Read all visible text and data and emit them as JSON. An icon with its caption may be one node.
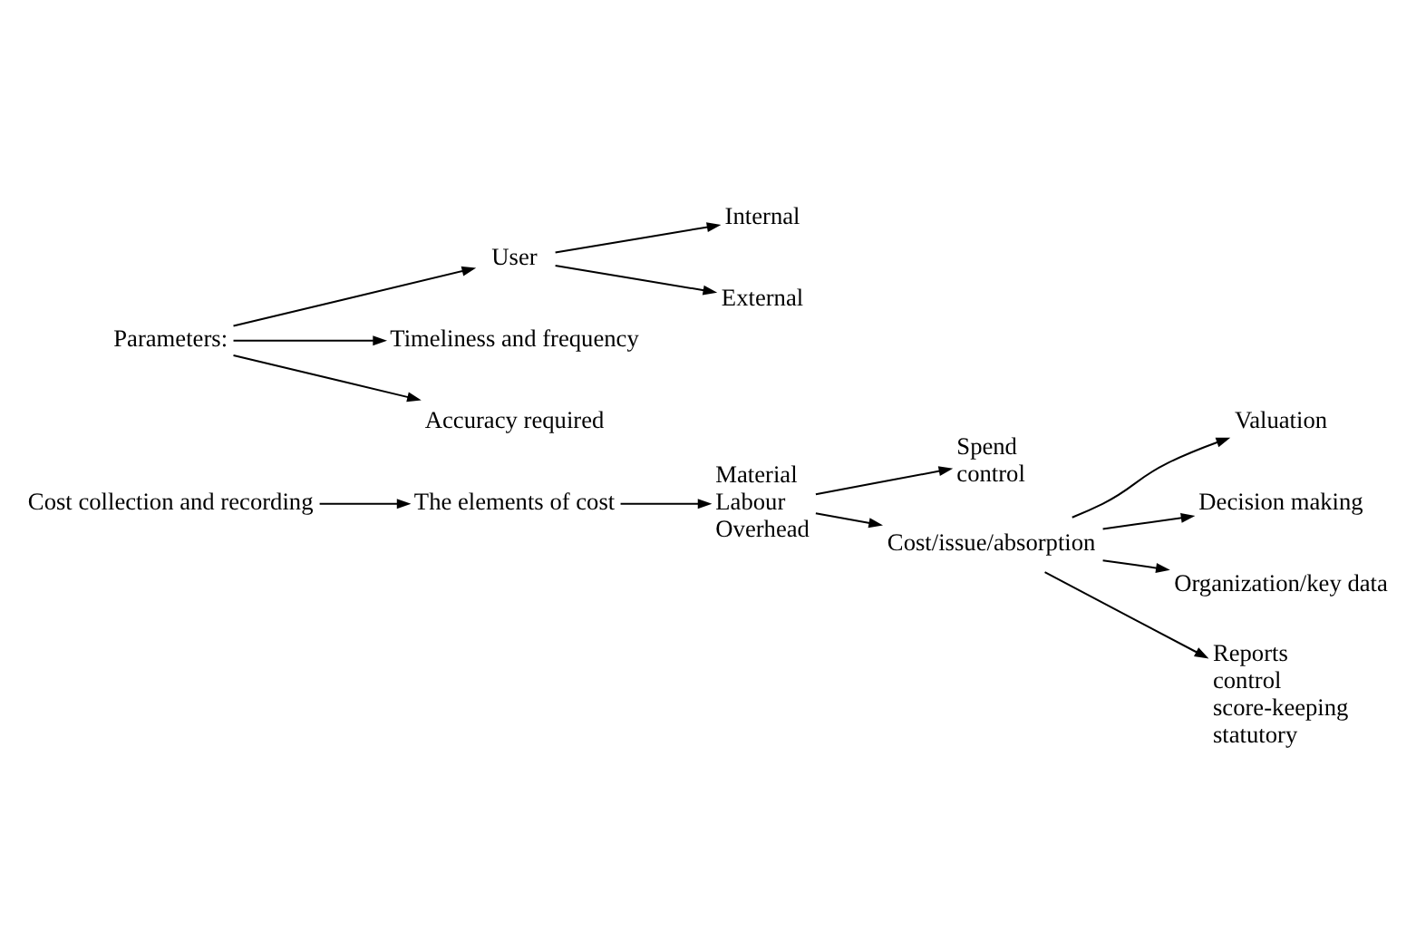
{
  "diagram": {
    "nodes": [
      {
        "text": [
          "Cost collection and recording"
        ]
      },
      {
        "text": [
          "The elements of cost"
        ]
      },
      {
        "text": [
          "Material Labour Overhead"
        ]
      },
      {
        "text": [
          "Spend control"
        ]
      },
      {
        "text": [
          "Cost/issue/absorption"
        ]
      },
      {
        "text": [
          "Valuation"
        ]
      },
      {
        "text": [
          "Decision making"
        ]
      },
      {
        "text": [
          "Organization/key data"
        ]
      },
      {
        "text": [
          "Reports control score-keeping statutory"
        ]
      },
      {
        "text": [
          "Parameters:"
        ]
      },
      {
        "text": [
          "User"
        ]
      },
      {
        "text": [
          "Internal"
        ]
      },
      {
        "text": [
          "External"
        ]
      },
      {
        "text": [
          "Timeliness and frequency"
        ]
      },
      {
        "text": [
          "Accuracy required"
        ]
      }
    ],
    "edges": [
      {
        "from": 0,
        "to": 1,
        "arrow": "to"
      },
      {
        "from": 1,
        "to": 2,
        "arrow": "to"
      },
      {
        "from": 2,
        "to": 3,
        "arrow": "to"
      },
      {
        "from": 2,
        "to": 4,
        "arrow": "to"
      },
      {
        "from": 4,
        "to": 5,
        "arrow": "to"
      },
      {
        "from": 4,
        "to": 6,
        "arrow": "to"
      },
      {
        "from": 4,
        "to": 7,
        "arrow": "to"
      },
      {
        "from": 4,
        "to": 8,
        "arrow": "to"
      },
      {
        "from": 9,
        "to": 10,
        "arrow": "to"
      },
      {
        "from": 10,
        "to": 11,
        "arrow": "to"
      },
      {
        "from": 10,
        "to": 12,
        "arrow": "to"
      },
      {
        "from": 9,
        "to": 13,
        "arrow": "to"
      },
      {
        "from": 9,
        "to": 14,
        "arrow": "to"
      }
    ]
  }
}
